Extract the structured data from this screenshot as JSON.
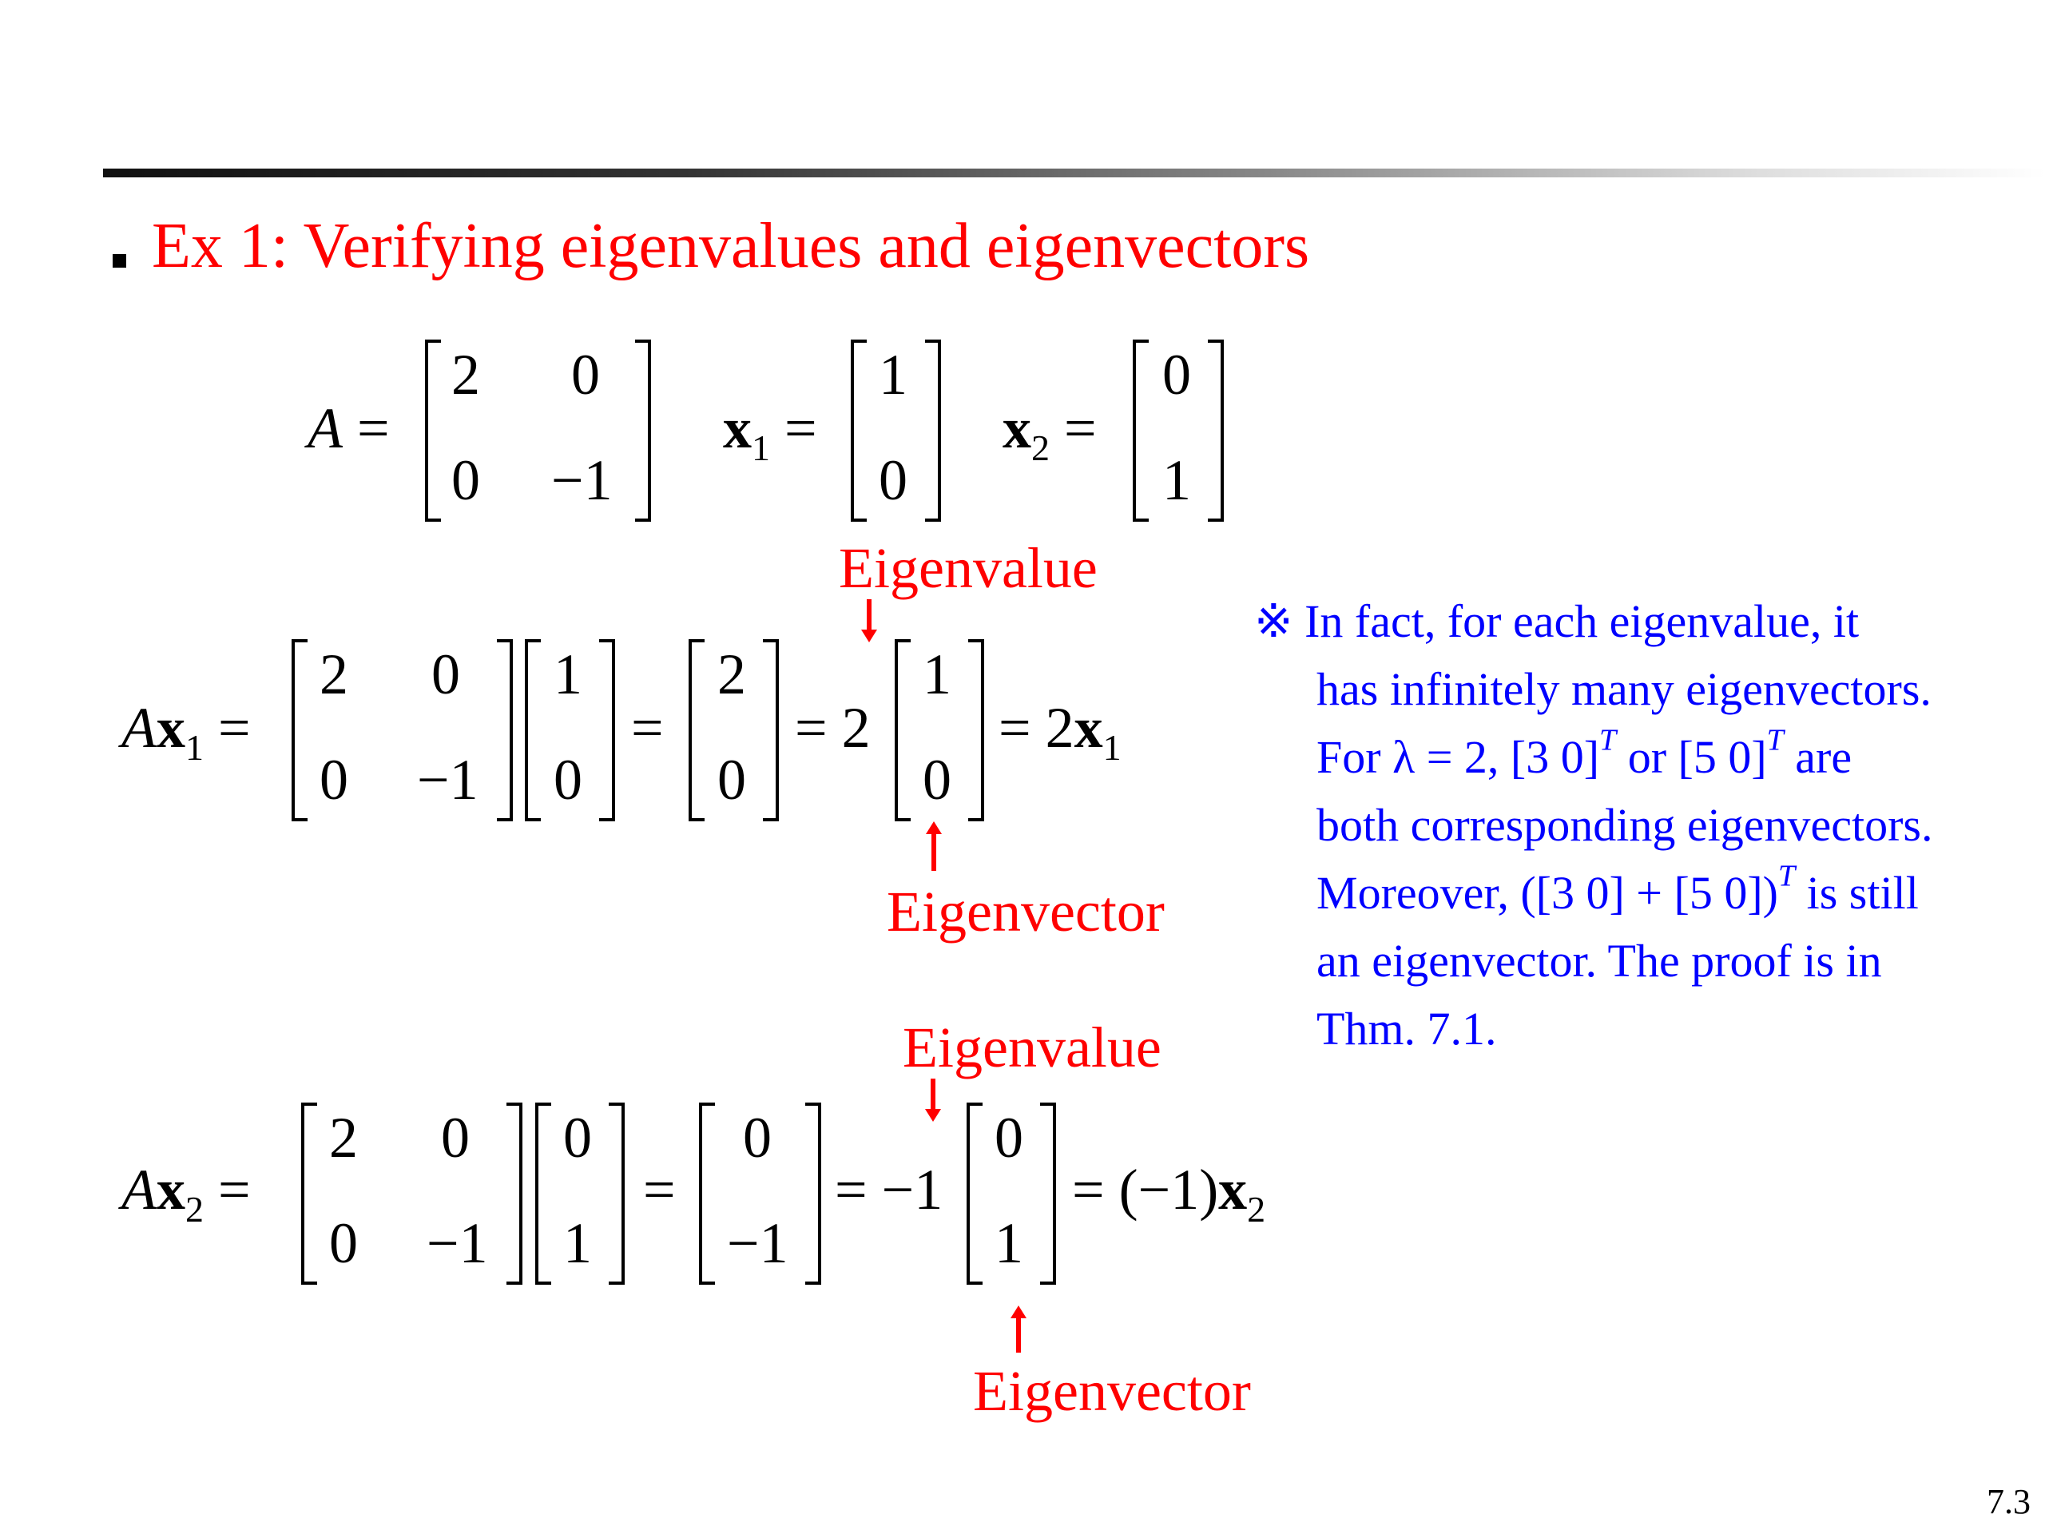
{
  "title": "Ex 1:  Verifying eigenvalues and eigenvectors",
  "definitions": {
    "A_label": "A",
    "eq": "=",
    "A_matrix": [
      "2",
      "0",
      "0",
      "−1"
    ],
    "x1_label": "x",
    "x1_sub": "1",
    "x1_vector": [
      "1",
      "0"
    ],
    "x2_label": "x",
    "x2_sub": "2",
    "x2_vector": [
      "0",
      "1"
    ]
  },
  "equation1": {
    "lhs_A": "A",
    "lhs_x": "x",
    "lhs_sub": "1",
    "matrix": [
      "2",
      "0",
      "0",
      "−1"
    ],
    "vector": [
      "1",
      "0"
    ],
    "product": [
      "2",
      "0"
    ],
    "scalar": "= 2",
    "eigvec": [
      "1",
      "0"
    ],
    "rhs_prefix": "= 2",
    "rhs_x": "x",
    "rhs_sub": "1",
    "eigenvalue_label": "Eigenvalue",
    "eigenvector_label": "Eigenvector"
  },
  "equation2": {
    "lhs_A": "A",
    "lhs_x": "x",
    "lhs_sub": "2",
    "matrix": [
      "2",
      "0",
      "0",
      "−1"
    ],
    "vector": [
      "0",
      "1"
    ],
    "product": [
      "0",
      "−1"
    ],
    "scalar": "= −1",
    "eigvec": [
      "0",
      "1"
    ],
    "rhs_prefix": "= (−1)",
    "rhs_x": "x",
    "rhs_sub": "2",
    "eigenvalue_label": "Eigenvalue",
    "eigenvector_label": "Eigenvector"
  },
  "note": {
    "l1": "※ In fact, for each eigenvalue, it",
    "l2": "has infinitely many eigenvectors.",
    "l3a": "For λ = 2, [3 0]",
    "l3b": " or [5 0]",
    "l3c": " are",
    "sup": "T",
    "l4": "both corresponding eigenvectors.",
    "l5a": "Moreover, ([3 0] + [5 0])",
    "l5b": "  is still",
    "l6": "an eigenvector. The proof is in",
    "l7": "Thm. 7.1."
  },
  "page_number": "7.3"
}
